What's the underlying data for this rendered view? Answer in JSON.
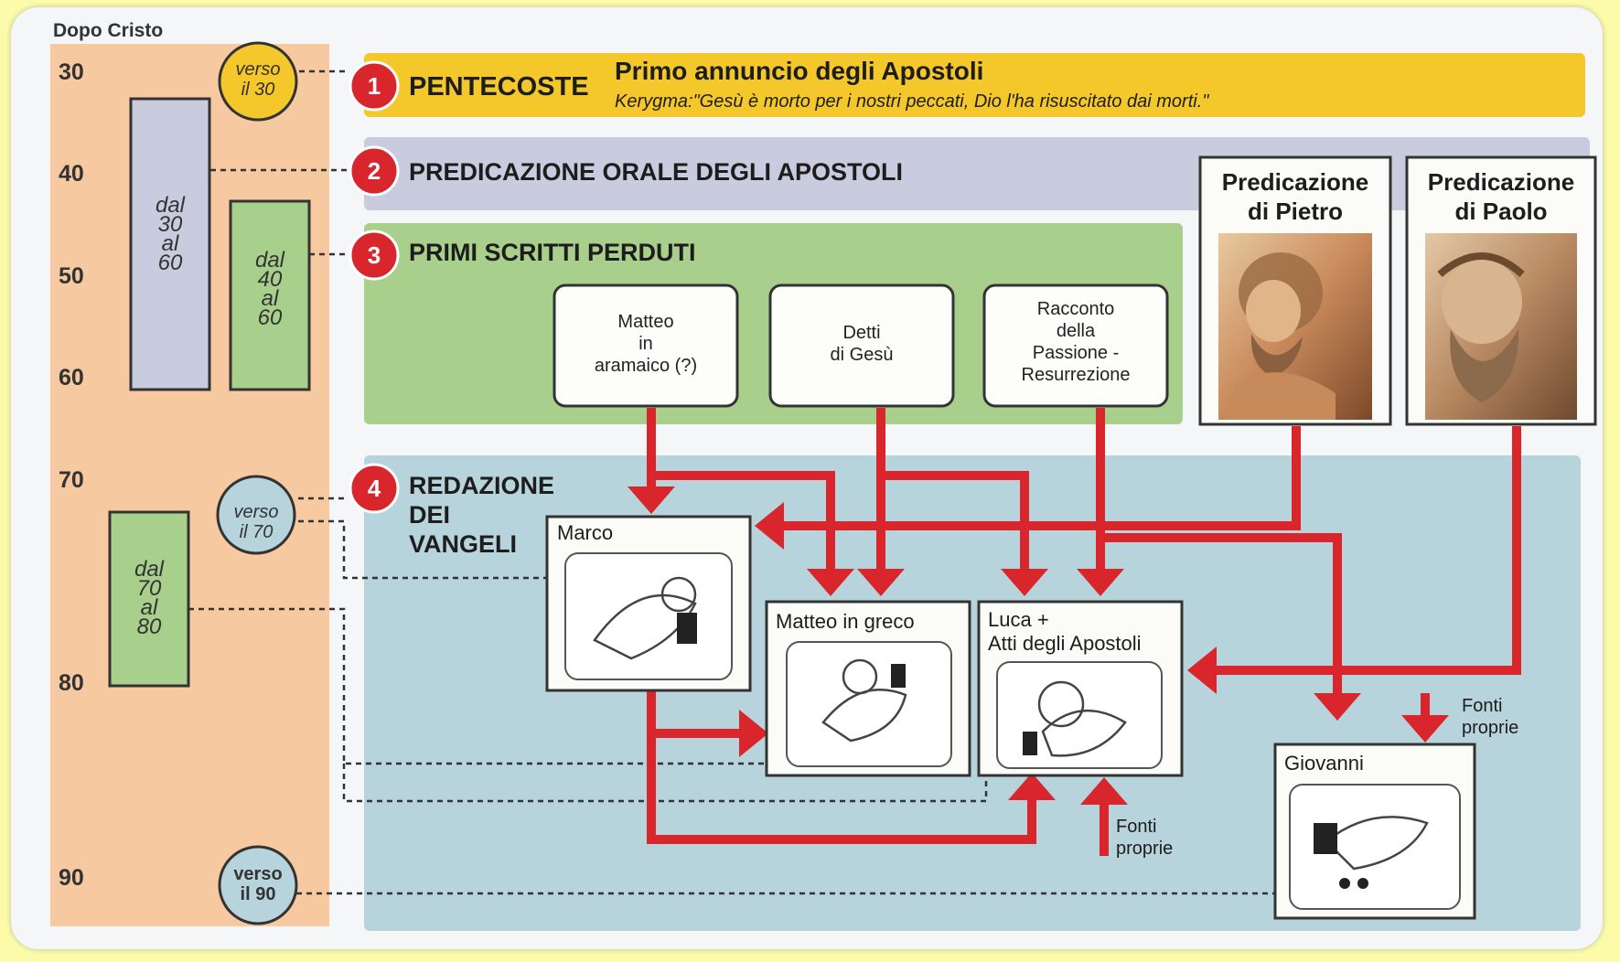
{
  "timeline": {
    "header": "Dopo Cristo",
    "years": [
      "30",
      "40",
      "50",
      "60",
      "70",
      "80",
      "90"
    ],
    "circles": {
      "c30": [
        "verso",
        "il 30"
      ],
      "c70": [
        "verso",
        "il 70"
      ],
      "c90": [
        "verso",
        "il 90"
      ]
    },
    "bars": {
      "b1": [
        "dal",
        "30",
        "al",
        "60"
      ],
      "b2": [
        "dal",
        "40",
        "al",
        "60"
      ],
      "b3": [
        "dal",
        "70",
        "al",
        "80"
      ]
    }
  },
  "stages": [
    {
      "number": "1",
      "title": "PENTECOSTE"
    },
    {
      "number": "2",
      "title": "PREDICAZIONE ORALE DEGLI APOSTOLI"
    },
    {
      "number": "3",
      "title": "PRIMI SCRITTI PERDUTI"
    },
    {
      "number": "4",
      "title_lines": [
        "REDAZIONE",
        "DEI",
        "VANGELI"
      ]
    }
  ],
  "pentecoste": {
    "headline": "Primo annuncio degli Apostoli",
    "kerygma": "Kerygma:\"Gesù è morto per i nostri peccati, Dio l'ha risuscitato dai morti.\""
  },
  "lost_writings": [
    [
      "Matteo",
      "in",
      "aramaico (?)"
    ],
    [
      "Detti",
      "di Gesù"
    ],
    [
      "Racconto",
      "della",
      "Passione -",
      "Resurrezione"
    ]
  ],
  "preaching": [
    {
      "lines": [
        "Predicazione",
        "di Pietro"
      ],
      "image": "portrait-peter"
    },
    {
      "lines": [
        "Predicazione",
        "di Paolo"
      ],
      "image": "portrait-paul"
    }
  ],
  "gospels": {
    "marco": "Marco",
    "matteo": "Matteo in greco",
    "luca": [
      "Luca +",
      "Atti degli Apostoli"
    ],
    "giovanni": "Giovanni"
  },
  "fonti_proprie": [
    "Fonti",
    "proprie"
  ],
  "colors": {
    "timeline_bg": "#f6c9a0",
    "stage1_band": "#f4c82b",
    "stage2_band": "#c9ccde",
    "stage3_band": "#a8cf8c",
    "stage4_band": "#b7d3dc",
    "number_circle": "#d8262c",
    "arrows": "#d8262c"
  }
}
